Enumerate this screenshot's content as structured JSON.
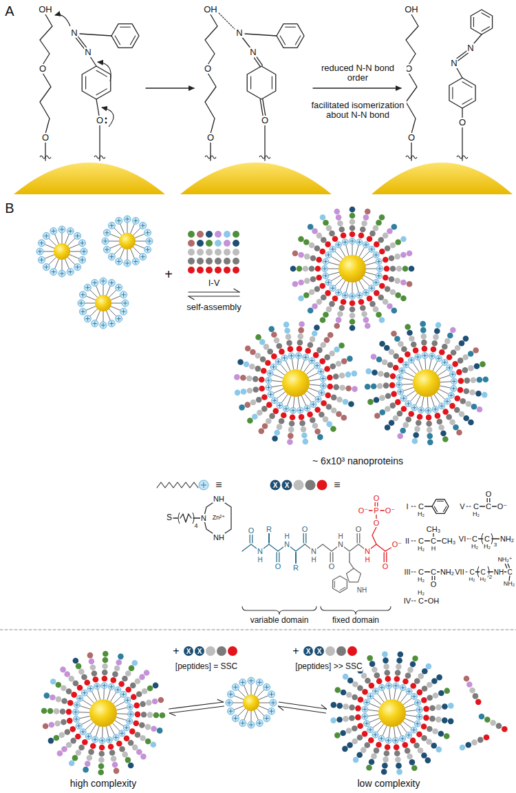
{
  "diagram": {
    "labels": [
      "A",
      "OH",
      "O",
      "O",
      "N",
      "N",
      "O",
      "OH",
      "O",
      "O",
      "N",
      "N",
      "O",
      "OH",
      "O",
      "O",
      "N",
      "N",
      "O",
      "reduced N-N bond order",
      "facilitated isomerization about N-N bond",
      "B",
      "+",
      "I-V",
      "self-assembly",
      "~ 6x10³ nanoproteins",
      "≡",
      "S",
      "4",
      "N",
      "NH",
      "NH",
      "Zn²⁺",
      "O",
      "N",
      "H",
      "R",
      "O",
      "N",
      "H",
      "R",
      "O",
      "N",
      "H",
      "O",
      "N",
      "H",
      "O",
      "N",
      "H",
      "O",
      "P",
      "O",
      "O⁻",
      "O⁻",
      "O⁻",
      "O",
      "NH",
      "variable domain",
      "fixed domain",
      "X",
      "X",
      "≡",
      "I",
      "C",
      "H₂",
      "II",
      "C",
      "H₂",
      "C",
      "H",
      "CH₃",
      "CH₃",
      "III",
      "C",
      "H₂",
      "C",
      "O",
      "NH₂",
      "IV",
      "H₂",
      "C",
      "OH",
      "V",
      "C",
      "H₂",
      "C",
      "O",
      "O⁻",
      "VI",
      "C",
      "H₂",
      "C",
      "H₂",
      "3",
      "NH₂",
      "VII",
      "C",
      "H₂",
      "C",
      "H₂",
      "2",
      "NH",
      "C",
      "NH₂⁺",
      "NH₂",
      "+",
      "X",
      "X",
      "[peptides] = SSC",
      "+",
      "X",
      "X",
      "[peptides] >> SSC",
      "high complexity",
      "low complexity"
    ]
  }
}
